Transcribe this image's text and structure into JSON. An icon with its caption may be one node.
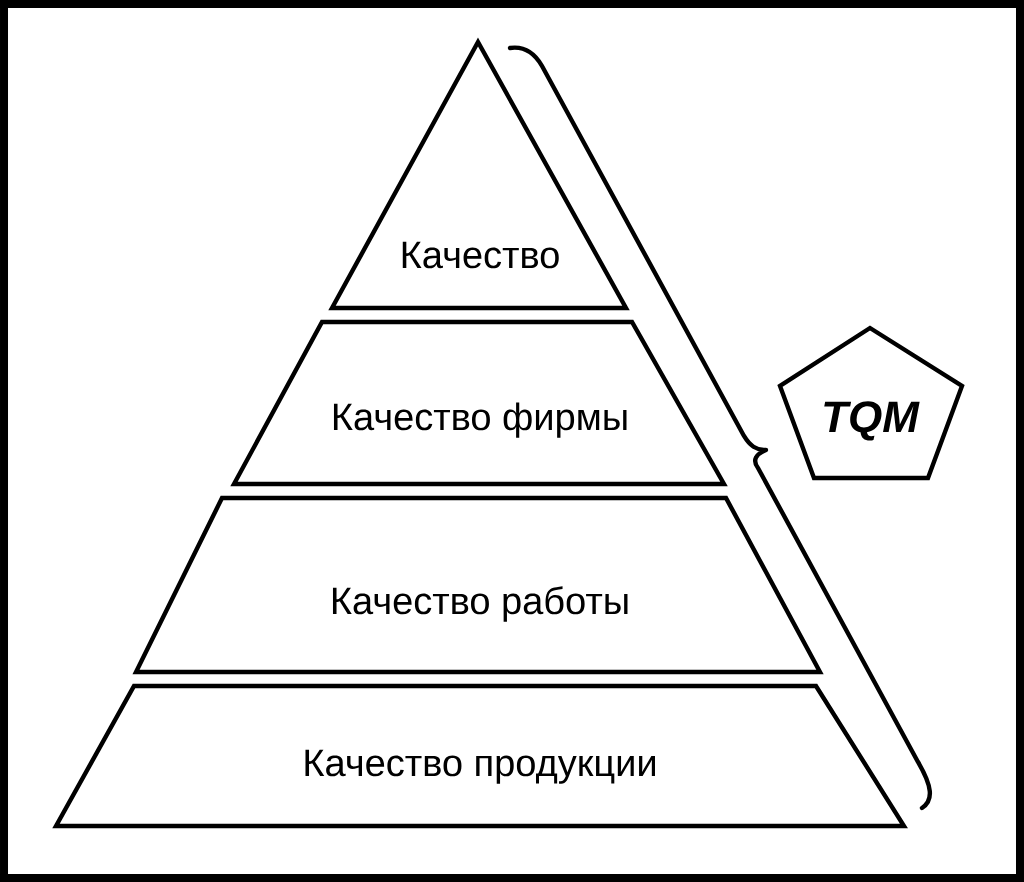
{
  "diagram": {
    "nodes": [
      {
        "text": [
          "Качество"
        ]
      },
      {
        "text": [
          "Качество фирмы"
        ]
      },
      {
        "text": [
          "Качество работы"
        ]
      },
      {
        "text": [
          "Качество продукции"
        ]
      },
      {
        "text": [
          "TQM"
        ]
      }
    ]
  }
}
